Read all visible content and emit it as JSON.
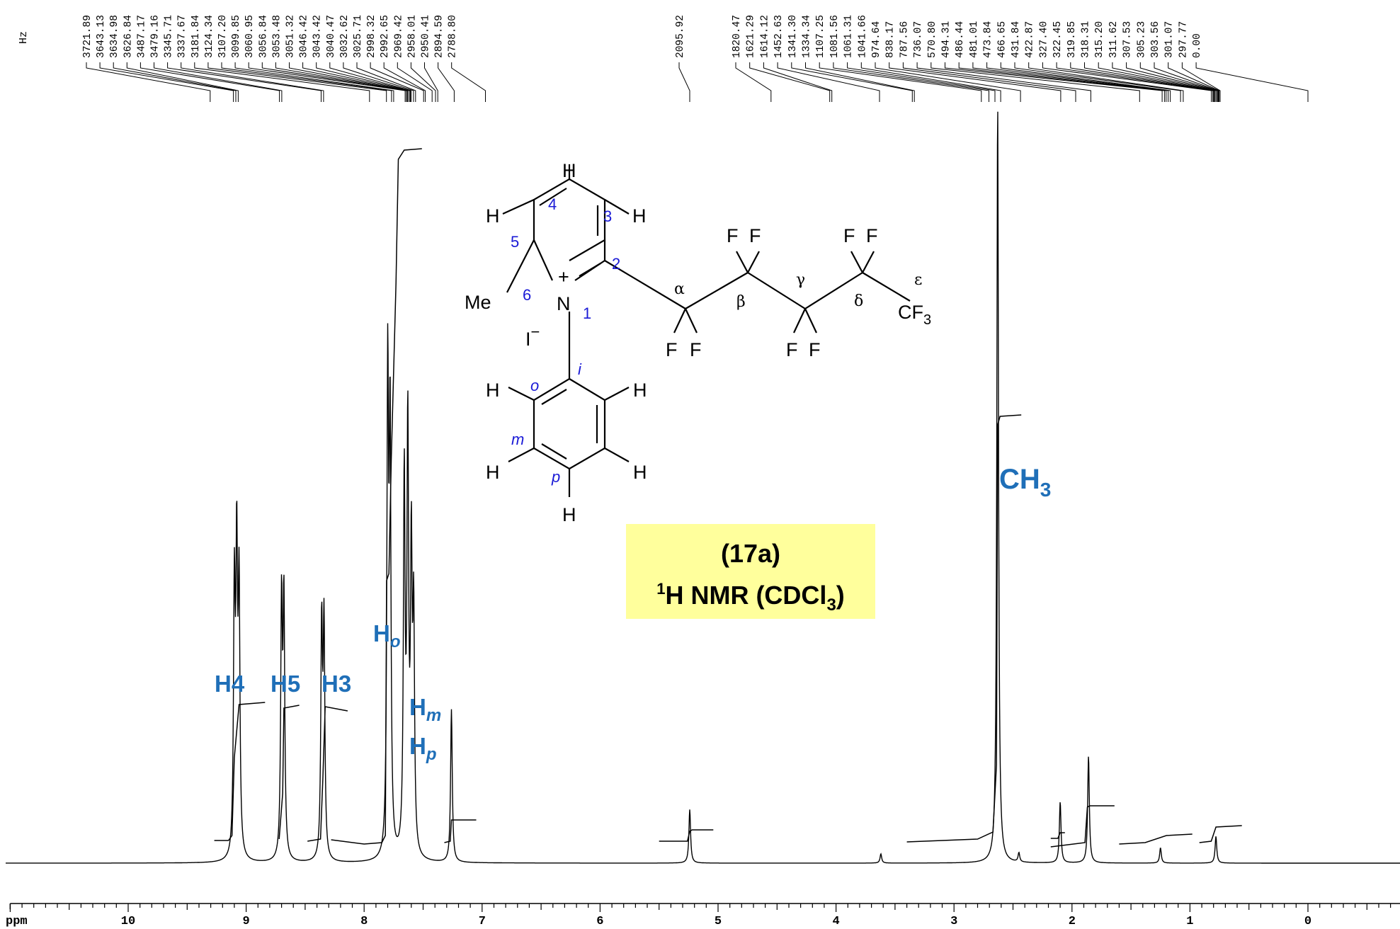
{
  "chart_data": {
    "type": "line",
    "title": "(17a)",
    "subtitle_sup": "1",
    "subtitle_main": "H NMR (CDCl",
    "subtitle_sub": "3",
    "subtitle_close": ")",
    "hz_unit": "Hz",
    "xlabel": "ppm",
    "xlim": [
      11.0,
      -0.9
    ],
    "x_reversed": true,
    "x_ticks": [
      "10",
      "9",
      "8",
      "7",
      "6",
      "5",
      "4",
      "3",
      "2",
      "1",
      "0"
    ],
    "grid": false,
    "peak_list_hz": [
      "3721.89",
      "3643.13",
      "3634.98",
      "3626.84",
      "3487.17",
      "3479.16",
      "3345.71",
      "3337.67",
      "3181.84",
      "3124.34",
      "3107.20",
      "3099.85",
      "3060.95",
      "3056.84",
      "3053.48",
      "3051.32",
      "3046.42",
      "3043.42",
      "3040.47",
      "3032.62",
      "3025.71",
      "2998.32",
      "2992.65",
      "2969.42",
      "2958.01",
      "2950.41",
      "2894.59",
      "2788.80",
      "2095.92",
      "1820.47",
      "1621.29",
      "1614.12",
      "1452.63",
      "1341.30",
      "1334.34",
      "1107.25",
      "1081.56",
      "1061.31",
      "1041.66",
      "974.64",
      "838.17",
      "787.56",
      "736.07",
      "570.80",
      "494.31",
      "486.44",
      "481.01",
      "473.84",
      "466.65",
      "431.84",
      "422.87",
      "327.40",
      "322.45",
      "319.85",
      "318.31",
      "315.20",
      "311.62",
      "307.53",
      "305.23",
      "303.56",
      "301.07",
      "297.77",
      "0.00"
    ],
    "peaks": [
      {
        "ppm": 9.1,
        "height": 0.34
      },
      {
        "ppm": 9.08,
        "height": 0.38
      },
      {
        "ppm": 9.06,
        "height": 0.34
      },
      {
        "ppm": 8.7,
        "height": 0.33
      },
      {
        "ppm": 8.68,
        "height": 0.33
      },
      {
        "ppm": 8.36,
        "height": 0.3
      },
      {
        "ppm": 8.34,
        "height": 0.3
      },
      {
        "ppm": 7.8,
        "height": 0.62
      },
      {
        "ppm": 7.78,
        "height": 0.55
      },
      {
        "ppm": 7.66,
        "height": 0.49
      },
      {
        "ppm": 7.63,
        "height": 0.55
      },
      {
        "ppm": 7.6,
        "height": 0.38
      },
      {
        "ppm": 7.58,
        "height": 0.3
      },
      {
        "ppm": 7.26,
        "height": 0.2
      },
      {
        "ppm": 5.24,
        "height": 0.07
      },
      {
        "ppm": 3.62,
        "height": 0.012
      },
      {
        "ppm": 2.63,
        "height": 0.995
      },
      {
        "ppm": 2.45,
        "height": 0.012
      },
      {
        "ppm": 2.1,
        "height": 0.08
      },
      {
        "ppm": 1.86,
        "height": 0.14
      },
      {
        "ppm": 1.25,
        "height": 0.02
      },
      {
        "ppm": 0.78,
        "height": 0.035
      }
    ],
    "peak_labels": [
      {
        "ppm": 9.08,
        "text": "H4"
      },
      {
        "ppm": 8.69,
        "text": "H5"
      },
      {
        "ppm": 8.35,
        "text": "H3"
      },
      {
        "ppm": 7.79,
        "text": "H",
        "sub": "o"
      },
      {
        "ppm": 7.63,
        "text": "H",
        "sub": "m"
      },
      {
        "ppm": 7.63,
        "text": "H",
        "sub": "p"
      },
      {
        "ppm": 2.63,
        "text": "CH",
        "sub": "3"
      }
    ]
  },
  "structure": {
    "atoms": {
      "H": "H",
      "N": "N",
      "me": "Me",
      "plus": "+",
      "iodide": "I",
      "minus": "−",
      "F": "F",
      "cf3_main": "CF",
      "cf3_sub": "3"
    },
    "ring_numbers": [
      "1",
      "2",
      "3",
      "4",
      "5",
      "6"
    ],
    "phenyl_positions": [
      "i",
      "o",
      "m",
      "p"
    ],
    "chain_positions": [
      "α",
      "β",
      "γ",
      "δ",
      "ε"
    ]
  },
  "colors": {
    "label_blue": "#1f6fb8",
    "atom_number_blue": "#1a1ad6",
    "title_box_fill": "#ffff9c",
    "trace": "#000000"
  }
}
